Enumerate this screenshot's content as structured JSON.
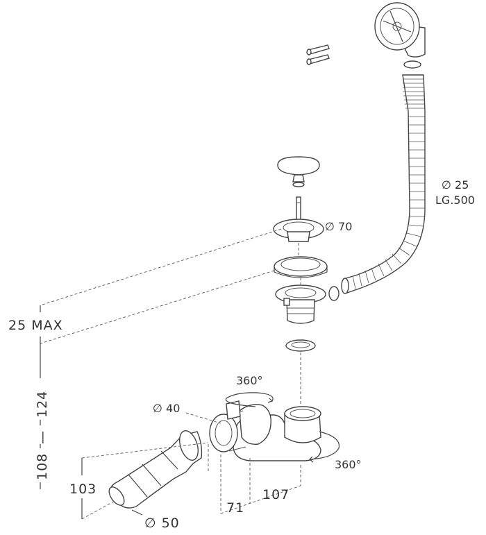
{
  "labels": {
    "hose_diameter": "∅ 25",
    "hose_length": "LG.500",
    "strainer_diameter": "∅ 70",
    "max_thickness": "25 MAX",
    "height_124": "124",
    "height_108": "108",
    "height_103": "103",
    "outlet_diameter": "∅ 40",
    "pipe_diameter": "∅ 50",
    "rotation_top": "360°",
    "rotation_bottom": "360°",
    "offset_71": "71",
    "offset_107": "107"
  },
  "colors": {
    "line": "#444444",
    "text": "#333333",
    "background": "#ffffff"
  }
}
